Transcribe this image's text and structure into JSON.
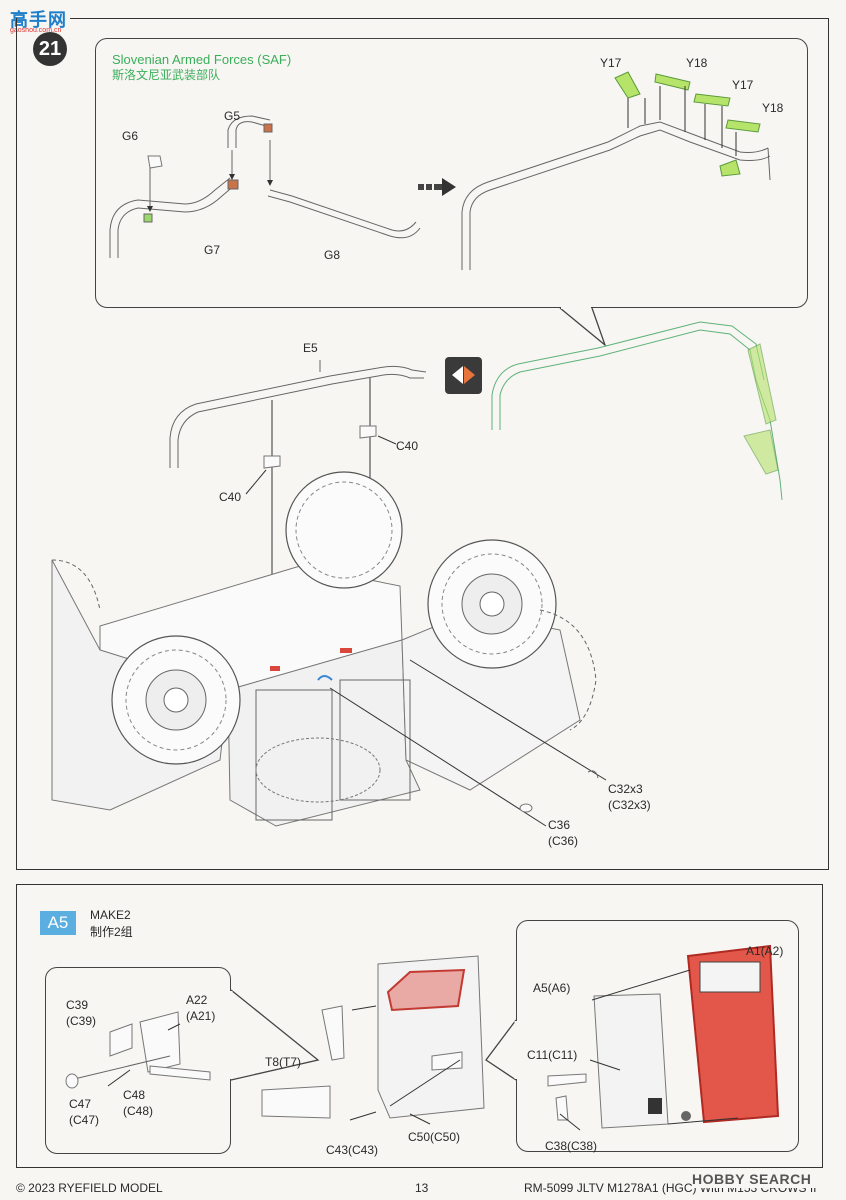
{
  "watermark": {
    "name_cn": "高手网",
    "url": "gaoshou.com.cn"
  },
  "step": {
    "number": "21"
  },
  "inset": {
    "title_en": "Slovenian Armed Forces (SAF)",
    "title_cn": "斯洛文尼亚武装部队",
    "labels": {
      "g6": "G6",
      "g5": "G5",
      "g7": "G7",
      "g8": "G8",
      "y17a": "Y17",
      "y18a": "Y18",
      "y17b": "Y17",
      "y18b": "Y18"
    }
  },
  "main": {
    "labels": {
      "e5": "E5",
      "c40a": "C40",
      "c40b": "C40",
      "c32": "C32x3",
      "c32p": "(C32x3)",
      "c36": "C36",
      "c36p": "(C36)"
    }
  },
  "a5": {
    "badge": "A5",
    "title_en": "MAKE2",
    "title_cn": "制作2组",
    "labels": {
      "c39": "C39",
      "c39p": "(C39)",
      "a22": "A22",
      "a21p": "(A21)",
      "c47": "C47",
      "c47p": "(C47)",
      "c48": "C48",
      "c48p": "(C48)",
      "t8": "T8(T7)",
      "c43": "C43(C43)",
      "c50": "C50(C50)",
      "a5a6": "A5(A6)",
      "a1a2": "A1(A2)",
      "c11": "C11(C11)",
      "c38": "C38(C38)"
    }
  },
  "footer": {
    "copyright": "© 2023 RYEFIELD MODEL",
    "page": "13",
    "model": "RM-5099 JLTV M1278A1 (HGC) With M153 CROWS II",
    "hobby_logo": "HOBBY SEARCH"
  },
  "colors": {
    "green_text": "#3bae5a",
    "accent_red": "#d9463c",
    "badge_blue": "#5aaee0",
    "step_dark": "#333333"
  }
}
